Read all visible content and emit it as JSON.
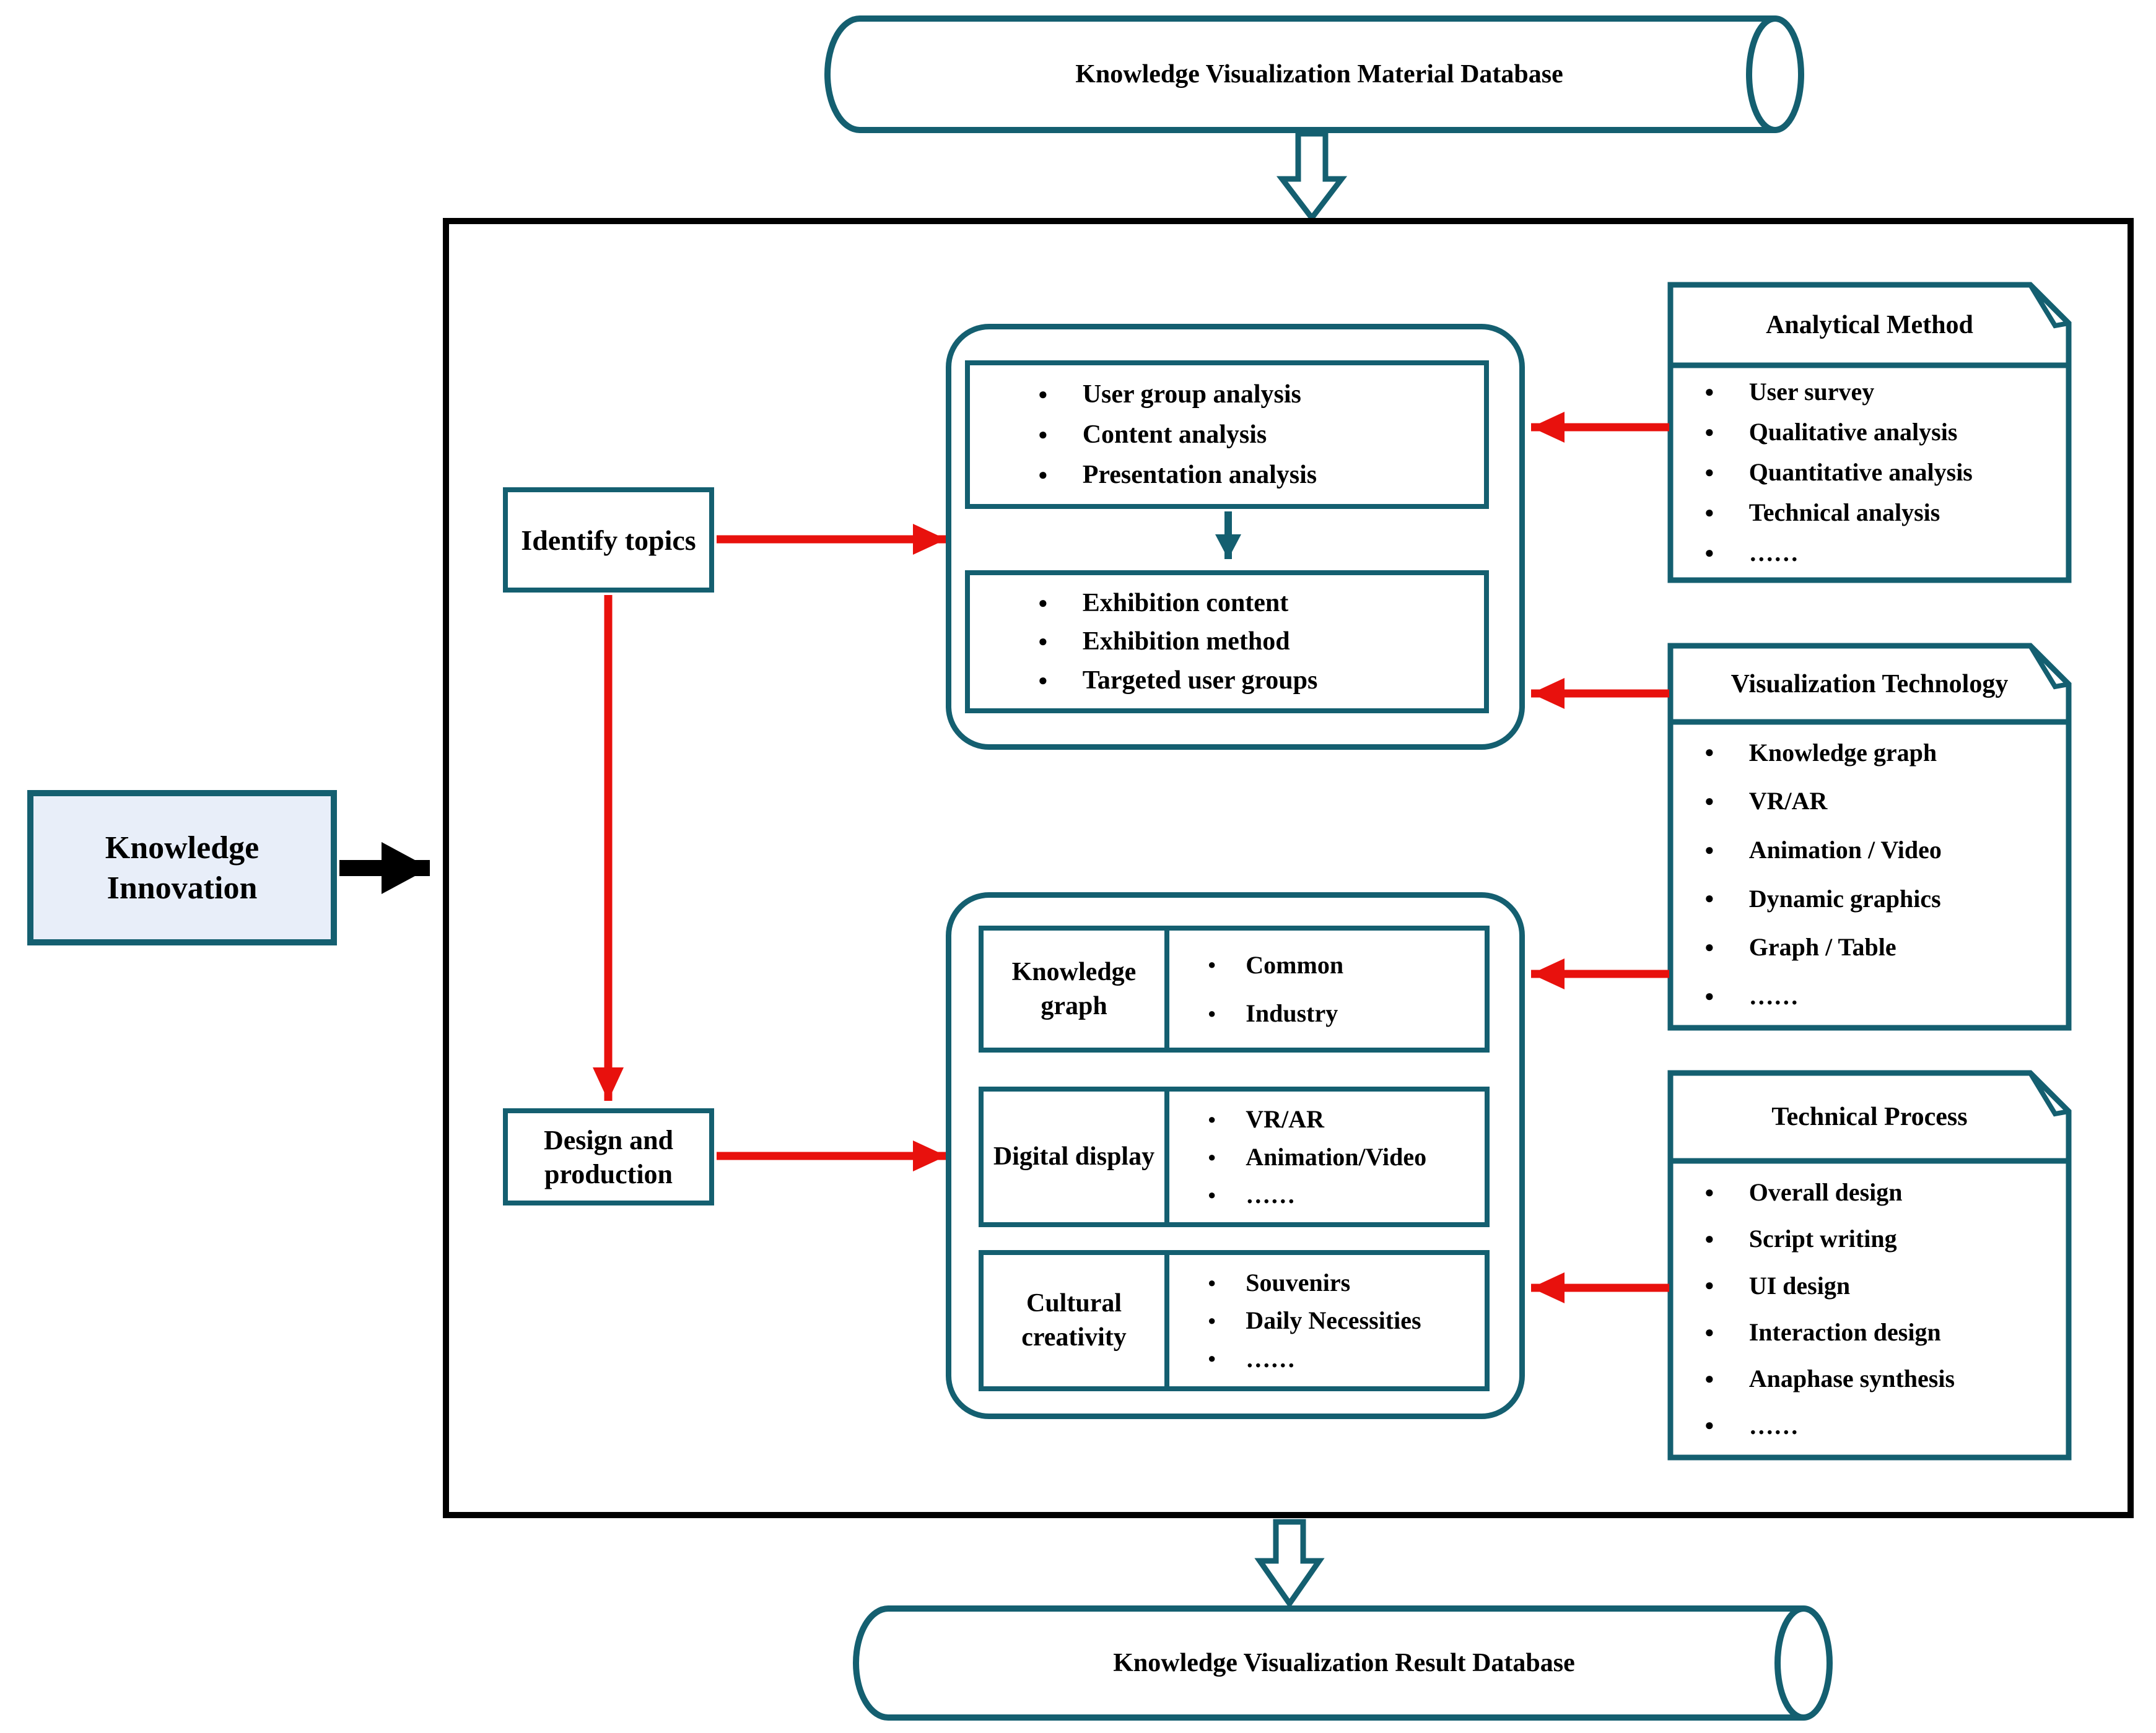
{
  "colors": {
    "teal": "#145f70",
    "red": "#e8110d",
    "innovation_fill": "#e8eef9",
    "container_border": "#000000"
  },
  "material_database": {
    "label": "Knowledge Visualization Material Database"
  },
  "result_database": {
    "label": "Knowledge Visualization Result Database"
  },
  "knowledge_innovation": {
    "label": "Knowledge Innovation"
  },
  "identify_topics": {
    "label": "Identify topics"
  },
  "design_production": {
    "label": "Design and production"
  },
  "analysis_box": {
    "items": [
      "User group analysis",
      "Content analysis",
      "Presentation analysis"
    ]
  },
  "exhibition_box": {
    "items": [
      "Exhibition content",
      "Exhibition method",
      "Targeted user groups"
    ]
  },
  "production_rows": [
    {
      "label": "Knowledge graph",
      "items": [
        "Common",
        "Industry"
      ]
    },
    {
      "label": "Digital display",
      "items": [
        "VR/AR",
        "Animation/Video",
        "……"
      ]
    },
    {
      "label": "Cultural creativity",
      "items": [
        "Souvenirs",
        "Daily Necessities",
        "……"
      ]
    }
  ],
  "cards": [
    {
      "title": "Analytical Method",
      "items": [
        "User survey",
        "Qualitative analysis",
        "Quantitative analysis",
        "Technical analysis",
        "……"
      ]
    },
    {
      "title": "Visualization Technology",
      "items": [
        "Knowledge graph",
        "VR/AR",
        "Animation / Video",
        "Dynamic graphics",
        "Graph / Table",
        "……"
      ]
    },
    {
      "title": "Technical Process",
      "items": [
        "Overall design",
        "Script writing",
        "UI design",
        "Interaction design",
        "Anaphase synthesis",
        "……"
      ]
    }
  ]
}
